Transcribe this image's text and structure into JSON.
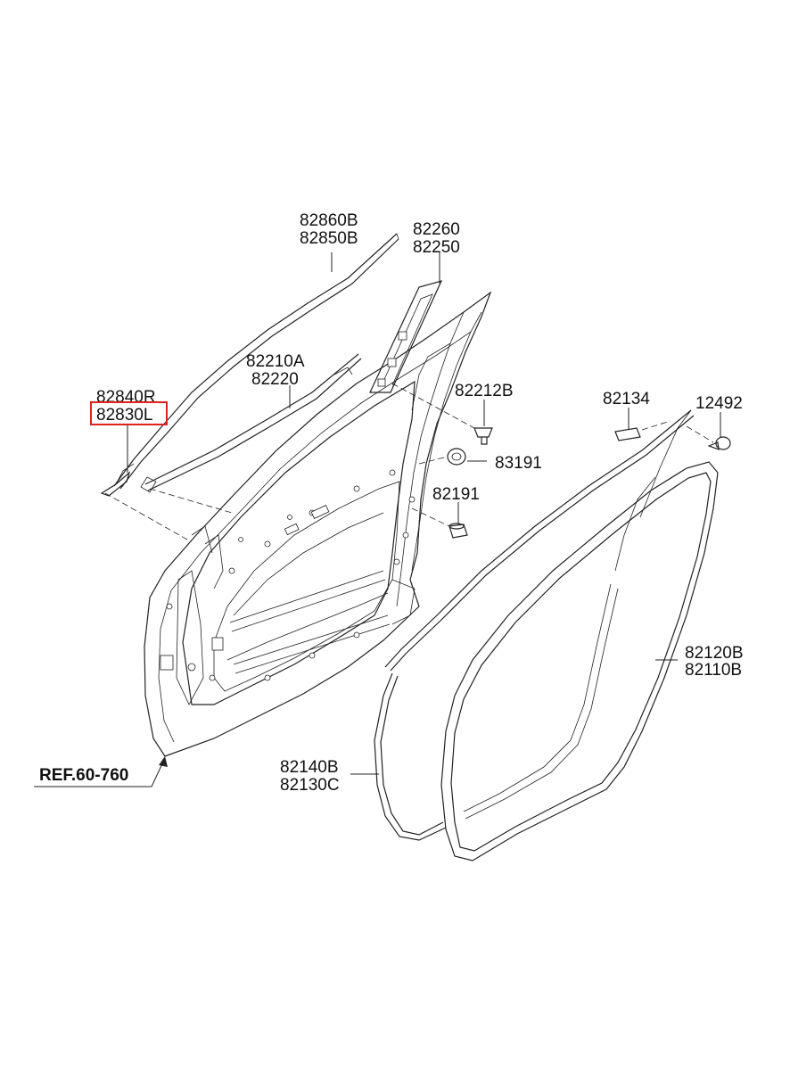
{
  "highlight_color": "#e0201e",
  "labels": {
    "p82860B": "82860B",
    "p82850B": "82850B",
    "p82260": "82260",
    "p82250": "82250",
    "p82210A": "82210A",
    "p82220": "82220",
    "p82840R": "82840R",
    "p82830L": "82830L",
    "p82212B": "82212B",
    "p82134": "82134",
    "p12492": "12492",
    "p83191": "83191",
    "p82191": "82191",
    "p82120B": "82120B",
    "p82110B": "82110B",
    "p82140B": "82140B",
    "p82130C": "82130C",
    "ref": "REF.60-760"
  }
}
